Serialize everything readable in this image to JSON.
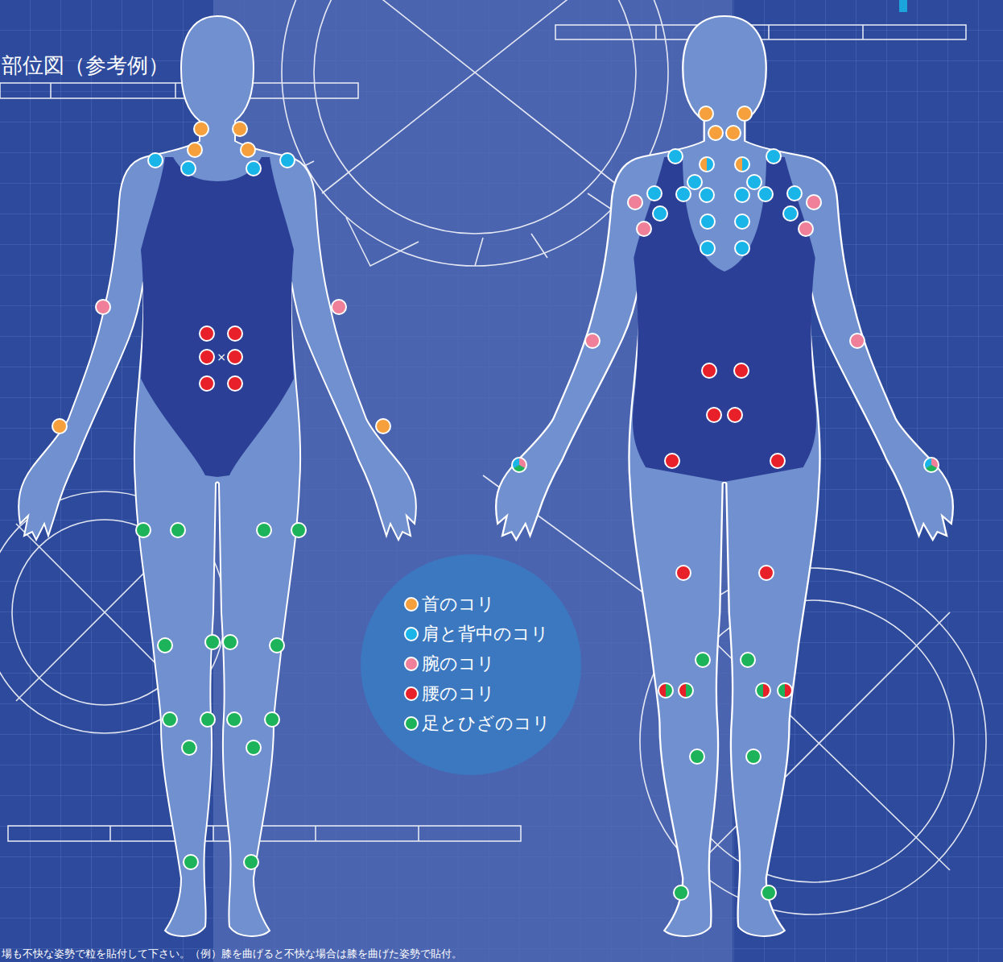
{
  "diagram": {
    "title": "部位図（参考例）",
    "caption": "場も不快な姿勢で粒を貼付して下さい。（例）膝を曲げると不快な場合は膝を曲げた姿勢で貼付。",
    "labels": [
      "×"
    ],
    "legend": [
      {
        "text": "首のコリ",
        "color": "#f5a03c"
      },
      {
        "text": "肩と背中のコリ",
        "color": "#19b4e8"
      },
      {
        "text": "腕のコリ",
        "color": "#f07f9a"
      },
      {
        "text": "腰のコリ",
        "color": "#e8202a"
      },
      {
        "text": "足とひざのコリ",
        "color": "#1db35a"
      }
    ]
  }
}
